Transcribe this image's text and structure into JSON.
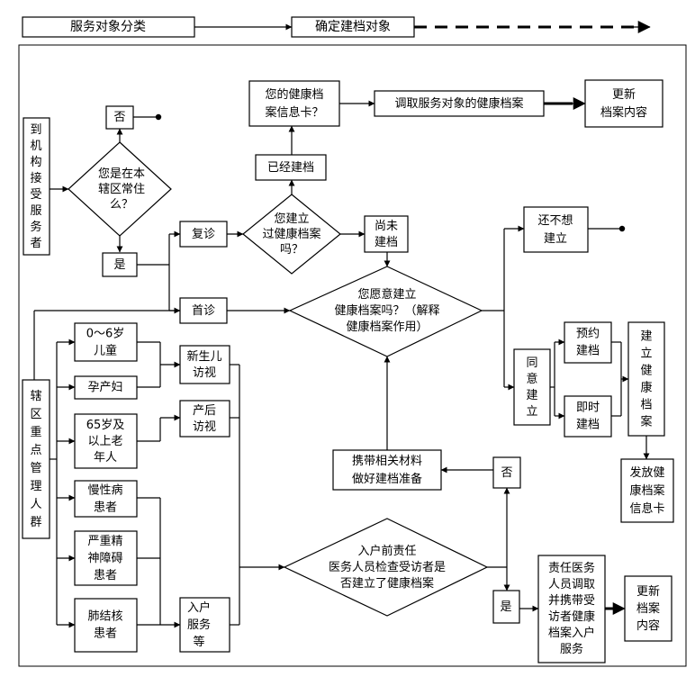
{
  "header": {
    "classify": [
      "服务对象分类"
    ],
    "determine": [
      "确定建档对象"
    ]
  },
  "nodes": {
    "arrive": [
      "到",
      "机",
      "构",
      "接",
      "受",
      "服",
      "务",
      "者"
    ],
    "resident_q": [
      "您是在本",
      "辖区常住",
      "么？"
    ],
    "no_top": [
      "否"
    ],
    "yes_left": [
      "是"
    ],
    "revisit": [
      "复诊"
    ],
    "first_visit": [
      "首诊"
    ],
    "have_record_q": [
      "您建立",
      "过健康档案",
      "吗？"
    ],
    "already": [
      "已经建档"
    ],
    "card_q": [
      "您的健康档",
      "案信息卡？"
    ],
    "retrieve": [
      "调取服务对象的健康档案"
    ],
    "update_top": [
      "更新",
      "档案内容"
    ],
    "not_yet": [
      "尚未",
      "建档"
    ],
    "willing_q": [
      "您愿意建立",
      "健康档案吗？（解释",
      "健康档案作用）"
    ],
    "not_want": [
      "还不想",
      "建立"
    ],
    "agree": [
      "同",
      "意",
      "建",
      "立"
    ],
    "appointment": [
      "预约",
      "建档"
    ],
    "immediate": [
      "即时",
      "建档"
    ],
    "create": [
      "建",
      "立",
      "健",
      "康",
      "档",
      "案"
    ],
    "issue_card": [
      "发放健",
      "康档案",
      "信息卡"
    ],
    "key_groups": [
      "辖",
      "区",
      "重",
      "点",
      "管",
      "理",
      "人",
      "群"
    ],
    "children": [
      "0～6岁",
      "儿童"
    ],
    "pregnant": [
      "孕产妇"
    ],
    "elderly": [
      "65岁及",
      "以上老",
      "年人"
    ],
    "chronic": [
      "慢性病",
      "患者"
    ],
    "mental": [
      "严重精",
      "神障碍",
      "患者"
    ],
    "tb": [
      "肺结核",
      "患者"
    ],
    "newborn_visit": [
      "新生儿",
      "访视"
    ],
    "postpartum_visit": [
      "产后",
      "访视"
    ],
    "home_service": [
      "入户",
      "服务",
      "等"
    ],
    "home_check_q": [
      "入户前责任",
      "医务人员检查受访者是",
      "否建立了健康档案"
    ],
    "no_mid": [
      "否"
    ],
    "prepare": [
      "携带相关材料",
      "做好建档准备"
    ],
    "yes_bottom": [
      "是"
    ],
    "staff_retrieve": [
      "责任医务",
      "人员调取",
      "并携带受",
      "访者健康",
      "档案入户",
      "服务"
    ],
    "update_bottom": [
      "更新",
      "档案",
      "内容"
    ]
  }
}
